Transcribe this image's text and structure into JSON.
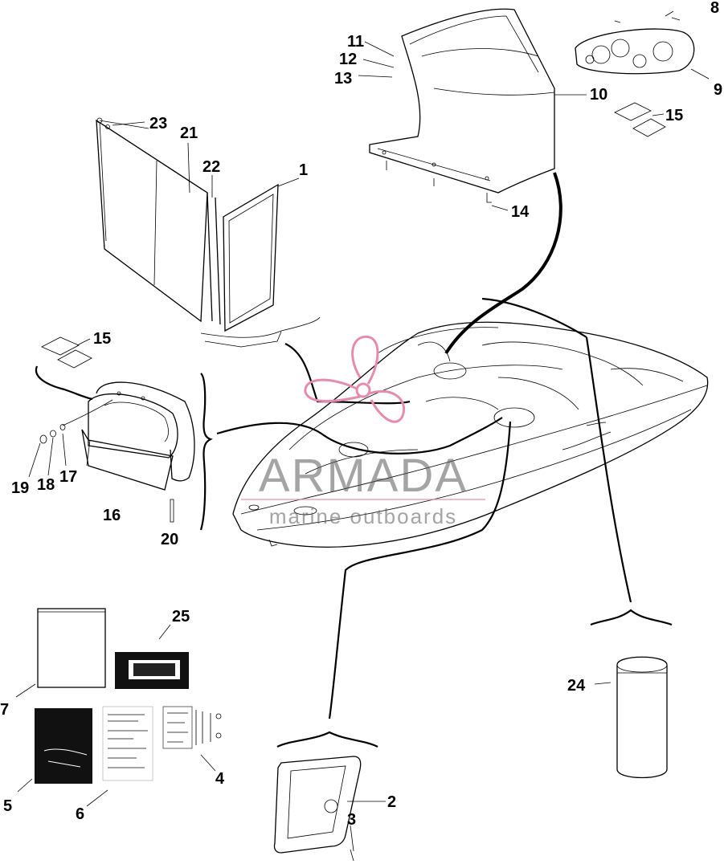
{
  "watermark": {
    "brand": "ARMADA",
    "tagline": "marine outboards",
    "logo_color": "#e58cae",
    "text_color": "#5a5a5a"
  },
  "callouts": {
    "c1": "1",
    "c2": "2",
    "c3": "3",
    "c4": "4",
    "c5": "5",
    "c6": "6",
    "c7": "7",
    "c8": "8",
    "c9": "9",
    "c10": "10",
    "c11": "11",
    "c12": "12",
    "c13": "13",
    "c14": "14",
    "c15a": "15",
    "c15b": "15",
    "c16": "16",
    "c17": "17",
    "c18": "18",
    "c19": "19",
    "c20": "20",
    "c21": "21",
    "c22": "22",
    "c23": "23",
    "c24": "24",
    "c25": "25"
  }
}
